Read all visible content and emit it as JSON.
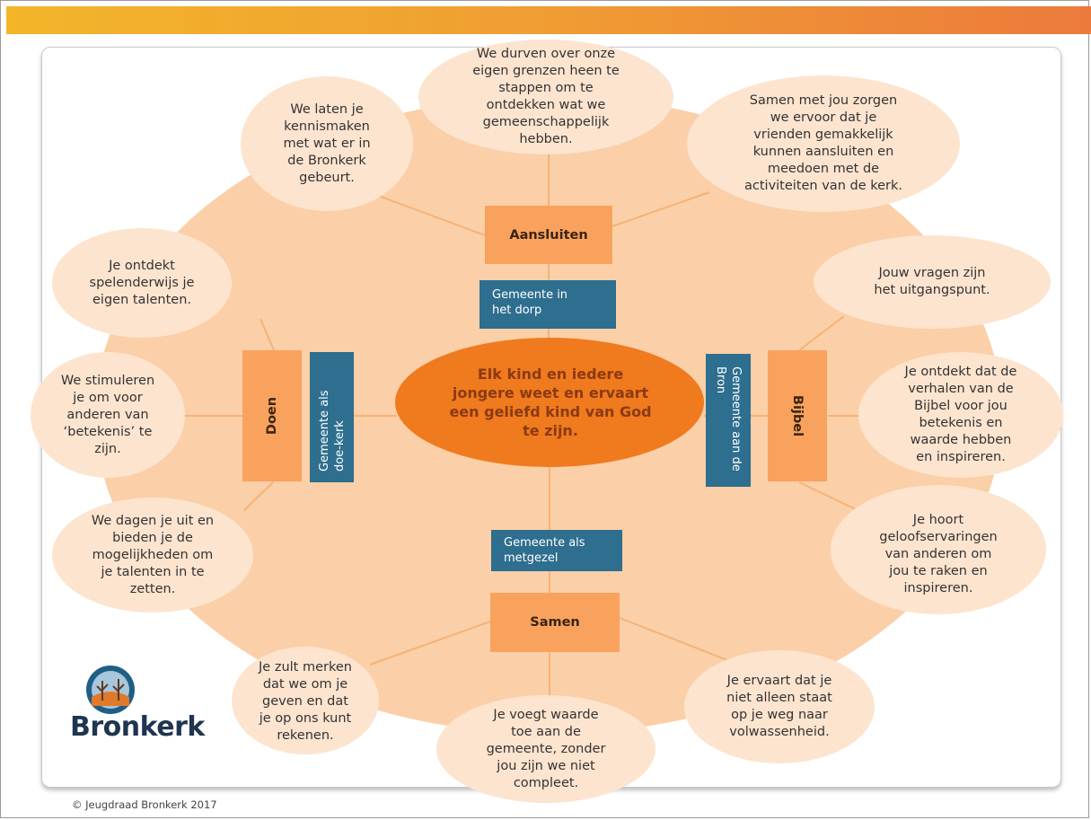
{
  "colors": {
    "big_disc": "#fbcfa7",
    "bubble": "#fde4cf",
    "center": "#f07a1e",
    "hub": "#f9a25e",
    "blue_box": "#2e6e8e",
    "line": "#f6b277",
    "logo_text": "#1f3550"
  },
  "center_text": "Elk kind en iedere jongere weet en ervaart een geliefd kind van God te zijn.",
  "hubs": {
    "top": "Aansluiten",
    "left": "Doen",
    "right": "Bijbel",
    "bottom": "Samen"
  },
  "blue_boxes": {
    "top": "Gemeente in het dorp",
    "left": "Gemeente als doe-kerk",
    "right": "Gemeente aan de Bron",
    "bottom": "Gemeente als metgezel"
  },
  "bubbles": {
    "top_left": [
      "We laten je",
      "kennismaken",
      "met wat er in",
      "de Bronkerk",
      "gebeurt."
    ],
    "top_center": [
      "We durven over onze",
      "eigen grenzen heen te",
      "stappen om te",
      "ontdekken wat we",
      "gemeenschappelijk",
      "hebben."
    ],
    "top_right": [
      "Samen met jou zorgen",
      "we ervoor dat je",
      "vrienden gemakkelijk",
      "kunnen aansluiten en",
      "meedoen met de",
      "activiteiten van de kerk."
    ],
    "left_top": [
      "Je ontdekt",
      "spelenderwijs je",
      "eigen talenten."
    ],
    "left_mid": [
      "We stimuleren",
      "je om voor",
      "anderen van",
      "‘betekenis’ te",
      "zijn."
    ],
    "left_bottom": [
      "We dagen je uit en",
      "bieden je de",
      "mogelijkheden om",
      "je talenten in te",
      "zetten."
    ],
    "right_top": [
      "Jouw vragen zijn",
      "het uitgangspunt."
    ],
    "right_mid": [
      "Je ontdekt dat de",
      "verhalen van de",
      "Bijbel voor jou",
      "betekenis en",
      "waarde hebben",
      "en inspireren."
    ],
    "right_bottom": [
      "Je hoort",
      "geloofservaringen",
      "van anderen om",
      "jou te raken en",
      "inspireren."
    ],
    "bottom_left": [
      "Je zult merken",
      "dat we om je",
      "geven en dat",
      "je op ons kunt",
      "rekenen."
    ],
    "bottom_center": [
      "Je voegt waarde",
      "toe aan de",
      "gemeente, zonder",
      "jou zijn we niet",
      "compleet."
    ],
    "bottom_right": [
      "Je ervaart dat je",
      "niet alleen staat",
      "op je weg naar",
      "volwassenheid."
    ]
  },
  "logo_text": "Bronkerk",
  "footer": "© Jeugdraad Bronkerk 2017"
}
